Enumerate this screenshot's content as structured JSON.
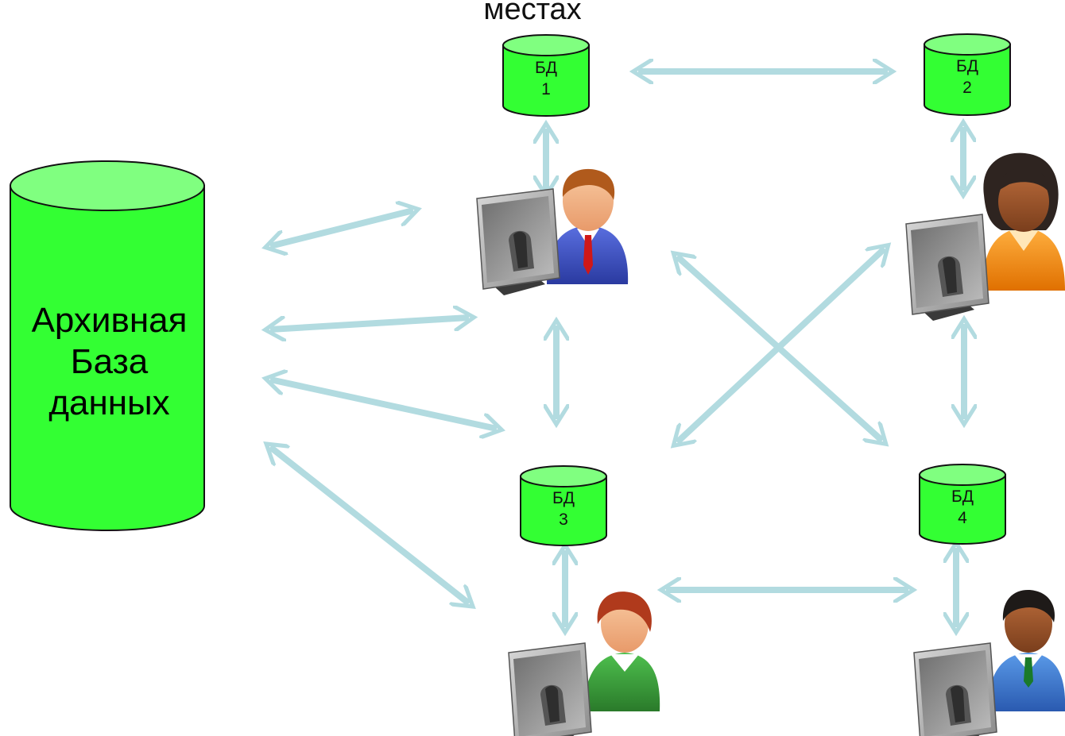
{
  "caption": "местах",
  "archive": {
    "line1": "Архивная",
    "line2": "База",
    "line3": "данных"
  },
  "databases": [
    {
      "name": "БД",
      "number": "1"
    },
    {
      "name": "БД",
      "number": "2"
    },
    {
      "name": "БД",
      "number": "3"
    },
    {
      "name": "БД",
      "number": "4"
    }
  ],
  "colors": {
    "db_fill": "#33ff33",
    "db_top": "#80ff80",
    "arrow": "#b2dbe0"
  },
  "icons": [
    "user-computer-icon",
    "user-computer-icon",
    "user-computer-icon",
    "user-computer-icon"
  ]
}
